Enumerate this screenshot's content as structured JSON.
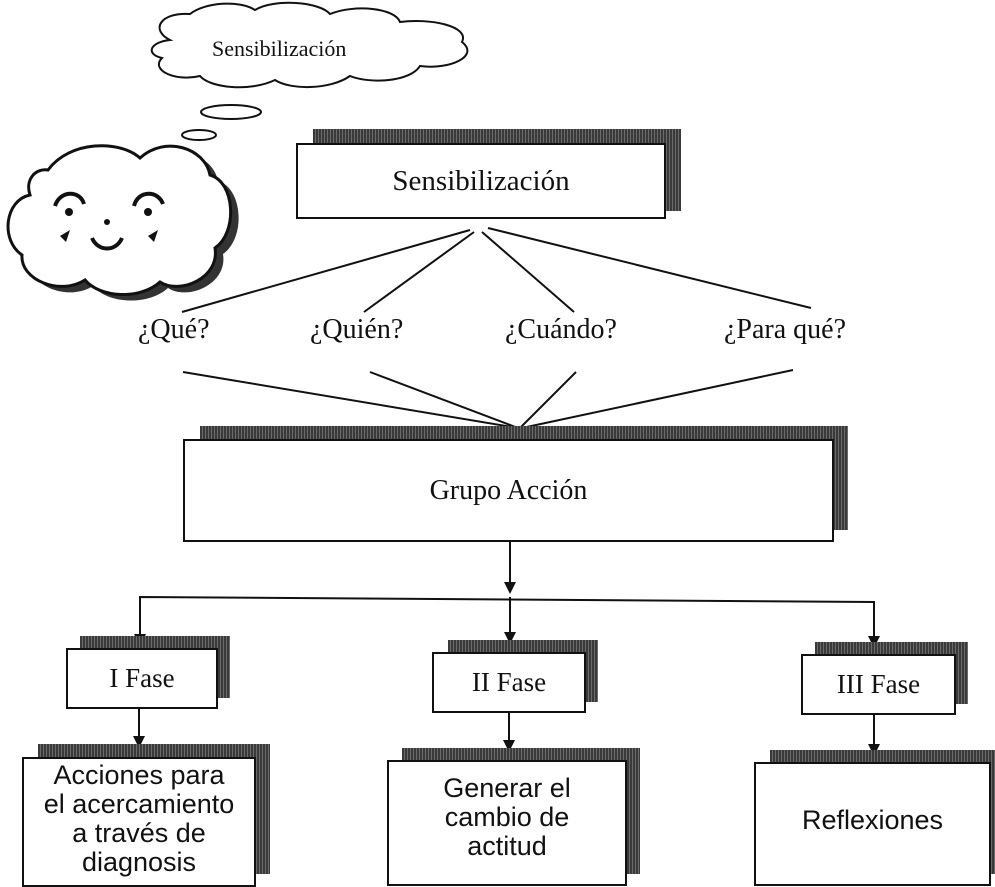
{
  "thought_cloud": {
    "text": "Sensibilización"
  },
  "main_box": {
    "text": "Sensibilización"
  },
  "questions": [
    "¿Qué?",
    "¿Quién?",
    "¿Cuándo?",
    "¿Para qué?"
  ],
  "group_box": {
    "text": "Grupo Acción"
  },
  "phases": [
    {
      "label": "I Fase",
      "action": "Acciones para\nel acercamiento\na través de\ndiagnosis"
    },
    {
      "label": "II Fase",
      "action": "Generar el\ncambio de\nactitud"
    },
    {
      "label": "III Fase",
      "action": "Reflexiones"
    }
  ]
}
